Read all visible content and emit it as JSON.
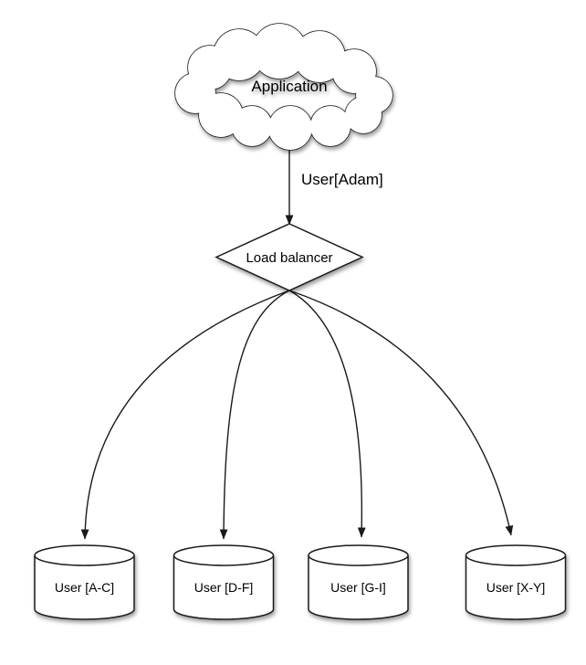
{
  "diagram": {
    "nodes": {
      "application": {
        "label": "Application",
        "shape": "cloud"
      },
      "load_balancer": {
        "label": "Load balancer",
        "shape": "diamond"
      },
      "shards": [
        {
          "label": "User [A-C]",
          "shape": "cylinder"
        },
        {
          "label": "User [D-F]",
          "shape": "cylinder"
        },
        {
          "label": "User [G-I]",
          "shape": "cylinder"
        },
        {
          "label": "User [X-Y]",
          "shape": "cylinder"
        }
      ]
    },
    "edges": {
      "app_to_lb_label": "User[Adam]"
    },
    "colors": {
      "stroke": "#1a1a1a",
      "fill": "#ffffff",
      "background": "#ffffff",
      "text": "#000000"
    }
  }
}
